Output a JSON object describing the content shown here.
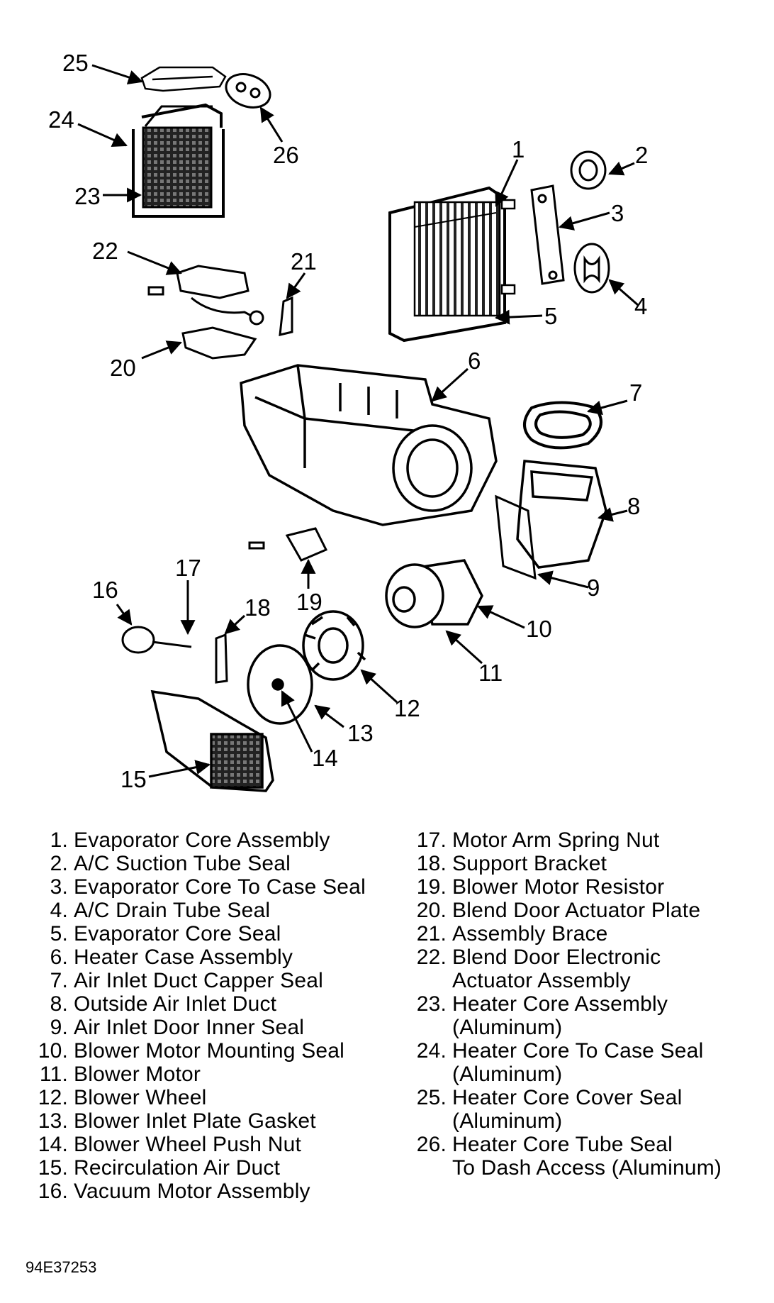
{
  "diagram": {
    "callouts": [
      "1",
      "2",
      "3",
      "4",
      "5",
      "6",
      "7",
      "8",
      "9",
      "10",
      "11",
      "12",
      "13",
      "14",
      "15",
      "16",
      "17",
      "18",
      "19",
      "20",
      "21",
      "22",
      "23",
      "24",
      "25",
      "26"
    ]
  },
  "legend": {
    "left": [
      {
        "num": "1.",
        "text": "Evaporator Core Assembly"
      },
      {
        "num": "2.",
        "text": "A/C Suction Tube Seal"
      },
      {
        "num": "3.",
        "text": "Evaporator Core To Case Seal"
      },
      {
        "num": "4.",
        "text": "A/C Drain Tube Seal"
      },
      {
        "num": "5.",
        "text": "Evaporator Core Seal"
      },
      {
        "num": "6.",
        "text": "Heater Case Assembly"
      },
      {
        "num": "7.",
        "text": "Air Inlet Duct Capper Seal"
      },
      {
        "num": "8.",
        "text": "Outside Air Inlet Duct"
      },
      {
        "num": "9.",
        "text": "Air Inlet Door Inner Seal"
      },
      {
        "num": "10.",
        "text": "Blower Motor Mounting Seal"
      },
      {
        "num": "11.",
        "text": "Blower Motor"
      },
      {
        "num": "12.",
        "text": "Blower Wheel"
      },
      {
        "num": "13.",
        "text": "Blower Inlet Plate Gasket"
      },
      {
        "num": "14.",
        "text": "Blower Wheel Push Nut"
      },
      {
        "num": "15.",
        "text": "Recirculation Air Duct"
      },
      {
        "num": "16.",
        "text": "Vacuum Motor Assembly"
      }
    ],
    "right": [
      {
        "num": "17.",
        "text": "Motor Arm Spring Nut"
      },
      {
        "num": "18.",
        "text": "Support Bracket"
      },
      {
        "num": "19.",
        "text": "Blower Motor Resistor"
      },
      {
        "num": "20.",
        "text": "Blend Door Actuator Plate"
      },
      {
        "num": "21.",
        "text": "Assembly Brace"
      },
      {
        "num": "22.",
        "text": "Blend Door Electronic\nActuator Assembly"
      },
      {
        "num": "23.",
        "text": "Heater Core Assembly\n(Aluminum)"
      },
      {
        "num": "24.",
        "text": "Heater Core To Case Seal\n(Aluminum)"
      },
      {
        "num": "25.",
        "text": "Heater Core Cover Seal\n(Aluminum)"
      },
      {
        "num": "26.",
        "text": "Heater Core Tube Seal\nTo Dash Access (Aluminum)"
      }
    ]
  },
  "figure_code": "94E37253"
}
